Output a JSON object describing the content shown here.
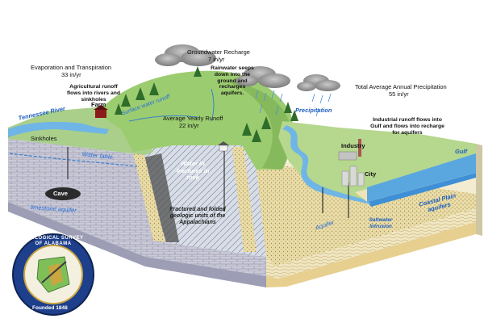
{
  "labels": {
    "groundwater_recharge": "Groundwater Recharge",
    "groundwater_recharge_value": "7 in/yr",
    "evaporation": "Evaporation and Transpiration",
    "evaporation_value": "33 in/yr",
    "rainwater": "Rainwater seeps down into the ground and recharges aquifers.",
    "agricultural_runoff": "Agricultural runoff flows into rivers and sinkholes",
    "farm": "Farm",
    "surface_water_runoff": "Surface water runoff",
    "average_runoff": "Average Yearly Runoff",
    "average_runoff_value": "22 in/yr",
    "total_precipitation": "Total Average Annual Precipitation",
    "total_precipitation_value": "55 in/yr",
    "precipitation": "Precipitation",
    "industrial_runoff": "Industrial runoff flows into Gulf and flows into recharge for aquifers",
    "tennessee_river": "Tennessee River",
    "sinkholes": "Sinkholes",
    "water_table": "Water table",
    "industry": "Industry",
    "gulf": "Gulf",
    "water_in_fractures": "Water in fractures in rock",
    "city": "City",
    "coastal_plain_aquifers": "Coastal Plain aquifers",
    "cave": "Cave",
    "limestone_aquifer": "limestone aquifer",
    "fractured_units": "Fractured and folded geologic units of the Appalachians",
    "saltwater_intrusion": "Saltwater Intrusion",
    "aquifer": "Aquifer"
  },
  "seal": {
    "ring_text": "GEOLOGICAL SURVEY OF ALABAMA",
    "founded": "Founded 1848"
  },
  "colors": {
    "sky_cloud": "#9a9a9a",
    "grass": "#8fc46a",
    "hill": "#9ccc70",
    "river": "#6fb5e6",
    "gulf": "#5aa7e0",
    "limestone": "#c8c8d8",
    "sand": "#e8d9a8",
    "rock": "#b5b0a4",
    "seal_ring": "#1e3f8c",
    "seal_gold": "#c9a640"
  }
}
